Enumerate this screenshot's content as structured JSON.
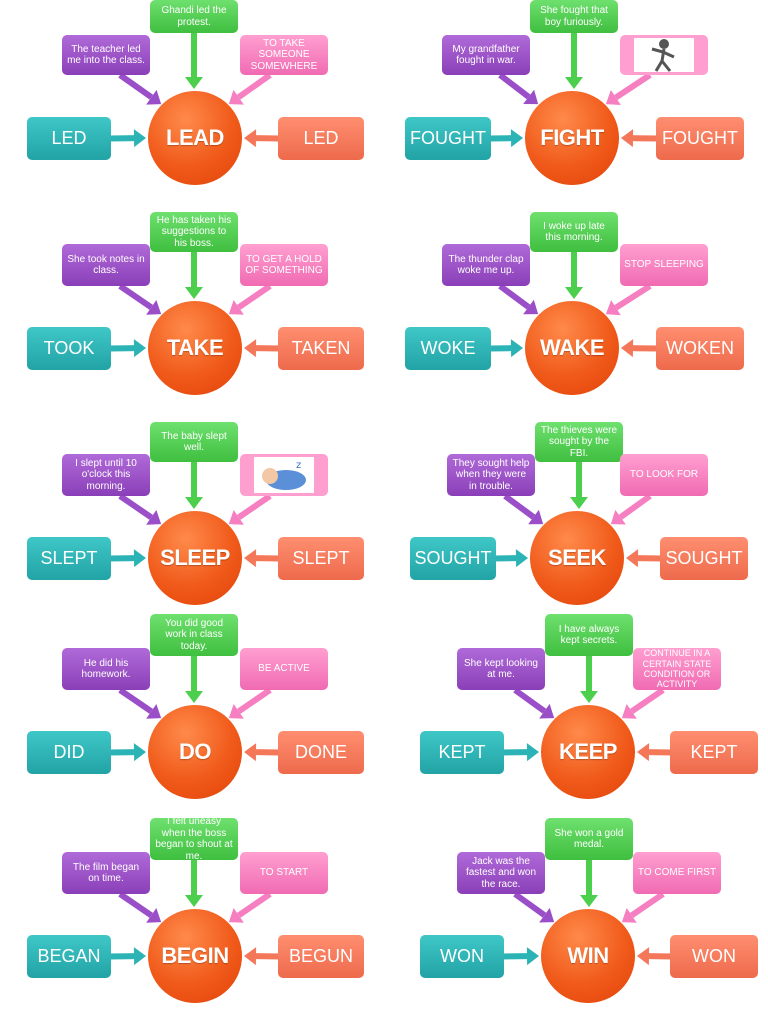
{
  "diagrams": [
    {
      "verb": "LEAD",
      "past": "LED",
      "participle": "LED",
      "top": "Ghandi led the protest.",
      "left": "The teacher led me into the class.",
      "right": "TO TAKE SOMEONE SOMEWHERE",
      "right_img": null
    },
    {
      "verb": "FIGHT",
      "past": "FOUGHT",
      "participle": "FOUGHT",
      "top": "She fought that boy furiously.",
      "left": "My grandfather fought in war.",
      "right": "",
      "right_img": "fighting-figure-illustration"
    },
    {
      "verb": "TAKE",
      "past": "TOOK",
      "participle": "TAKEN",
      "top": "He has taken his suggestions to his boss.",
      "left": "She took notes in class.",
      "right": "TO GET A HOLD OF SOMETHING",
      "right_img": null
    },
    {
      "verb": "WAKE",
      "past": "WOKE",
      "participle": "WOKEN",
      "top": "I woke up late this morning.",
      "left": "The thunder clap woke me up.",
      "right": "STOP SLEEPING",
      "right_img": null
    },
    {
      "verb": "SLEEP",
      "past": "SLEPT",
      "participle": "SLEPT",
      "top": "The baby slept well.",
      "left": "I slept until 10 o'clock this morning.",
      "right": "",
      "right_img": "sleeping-baby-illustration"
    },
    {
      "verb": "SEEK",
      "past": "SOUGHT",
      "participle": "SOUGHT",
      "top": "The thieves were sought by the FBI.",
      "left": "They sought help when they were in trouble.",
      "right": "TO LOOK FOR",
      "right_img": null
    },
    {
      "verb": "DO",
      "past": "DID",
      "participle": "DONE",
      "top": "You did good work in class today.",
      "left": "He did his homework.",
      "right": "BE ACTIVE",
      "right_img": null
    },
    {
      "verb": "KEEP",
      "past": "KEPT",
      "participle": "KEPT",
      "top": "I have always kept secrets.",
      "left": "She kept looking at me.",
      "right": "CONTINUE IN A CERTAIN STATE CONDITION OR ACTIVITY",
      "right_img": null
    },
    {
      "verb": "BEGIN",
      "past": "BEGAN",
      "participle": "BEGUN",
      "top": "I felt uneasy when the boss began to shout at me.",
      "left": "The film began on time.",
      "right": "TO START",
      "right_img": null
    },
    {
      "verb": "WIN",
      "past": "WON",
      "participle": "WON",
      "top": "She won a gold medal.",
      "left": "Jack was the fastest and won the race.",
      "right": "TO COME FIRST",
      "right_img": null
    }
  ],
  "colors": {
    "green": "#4ccf4c",
    "purple": "#9a4ec8",
    "pink": "#f57fc0",
    "teal": "#2bb3b5",
    "salmon": "#f4775a",
    "circle": "#f05a1a"
  }
}
